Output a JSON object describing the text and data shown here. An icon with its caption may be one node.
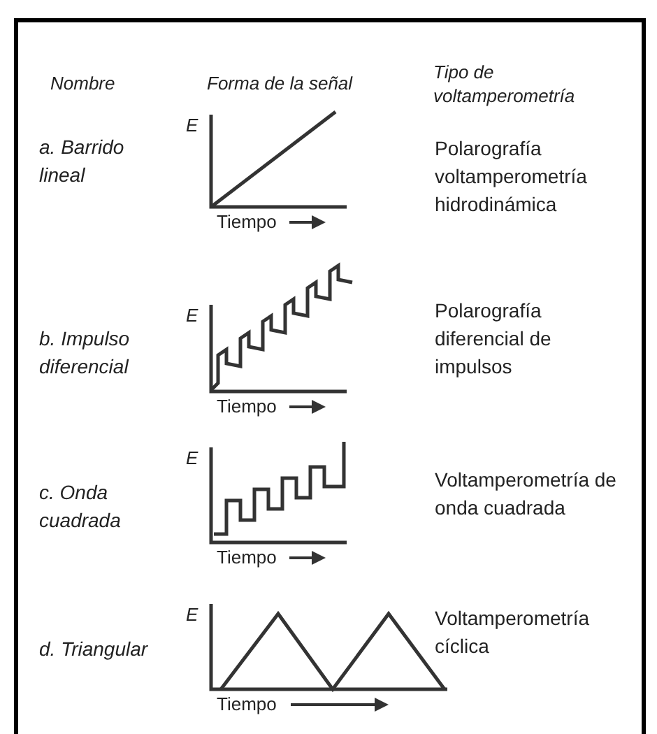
{
  "diagram": {
    "labels": [
      "Nombre",
      "Forma de la señal",
      "Tipo de voltamperometría",
      "a. Barrido lineal",
      "E",
      "Tiempo",
      "Polarografía voltamperometría hidrodinámica",
      "b. Impulso diferencial",
      "E",
      "Tiempo",
      "Polarografía diferencial de impulsos",
      "c. Onda cuadrada",
      "E",
      "Tiempo",
      "Voltamperometría de onda cuadrada",
      "d. Triangular",
      "E",
      "Tiempo",
      "Voltamperometría cíclica"
    ]
  }
}
